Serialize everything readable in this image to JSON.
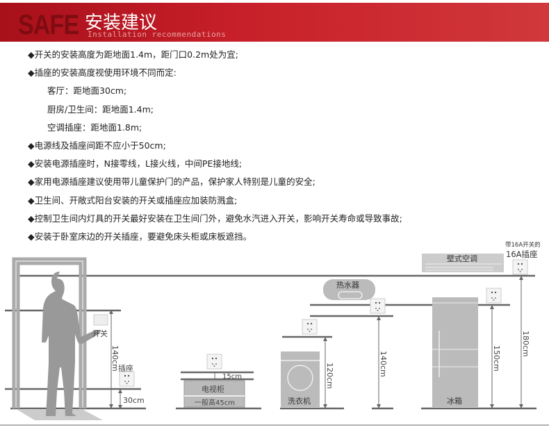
{
  "header": {
    "logo_text": "SAFE",
    "title": "安装建议",
    "subtitle": "Installation recommendations"
  },
  "tips": [
    {
      "text": "◆开关的安装高度为距地面1.4m，距门口0.2m处为宜;",
      "indent": false
    },
    {
      "text": "◆插座的安装高度视使用环境不同而定:",
      "indent": false
    },
    {
      "text": "客厅：距地面30cm;",
      "indent": true
    },
    {
      "text": "厨房/卫生间：距地面1.4m;",
      "indent": true
    },
    {
      "text": "空调插座：距地面1.8m;",
      "indent": true
    },
    {
      "text": "◆电源线及插座间距不应小于50cm;",
      "indent": false
    },
    {
      "text": "◆安装电源插座时，N接零线，L接火线，中间PE接地线;",
      "indent": false
    },
    {
      "text": "◆家用电源插座建议使用带儿童保护门的产品，保护家人特别是儿童的安全;",
      "indent": false
    },
    {
      "text": "◆卫生间、开敞式阳台安装的开关或插座应加装防溅盒;",
      "indent": false
    },
    {
      "text": "◆控制卫生间内灯具的开关最好安装在卫生间门外，避免水汽进入开关，影响开关寿命或导致事故;",
      "indent": false
    },
    {
      "text": "◆安装于卧室床边的开关插座，要避免床头柜或床板遮挡。",
      "indent": false
    }
  ],
  "diagram": {
    "switch_label": "开关",
    "socket_label": "插座",
    "h140_left": "140cm",
    "h30": "30cm",
    "h15": "15cm",
    "tv_cabinet": "电视柜",
    "tv_cabinet_height": "一般高45cm",
    "washer": "洗衣机",
    "h120": "120cm",
    "water_heater": "热水器",
    "h140_right": "140cm",
    "ac": "壁式空调",
    "ac_socket_line1": "带16A开关的",
    "ac_socket_line2": "16A插座",
    "fridge": "冰箱",
    "h150": "150cm",
    "h180": "180cm"
  }
}
